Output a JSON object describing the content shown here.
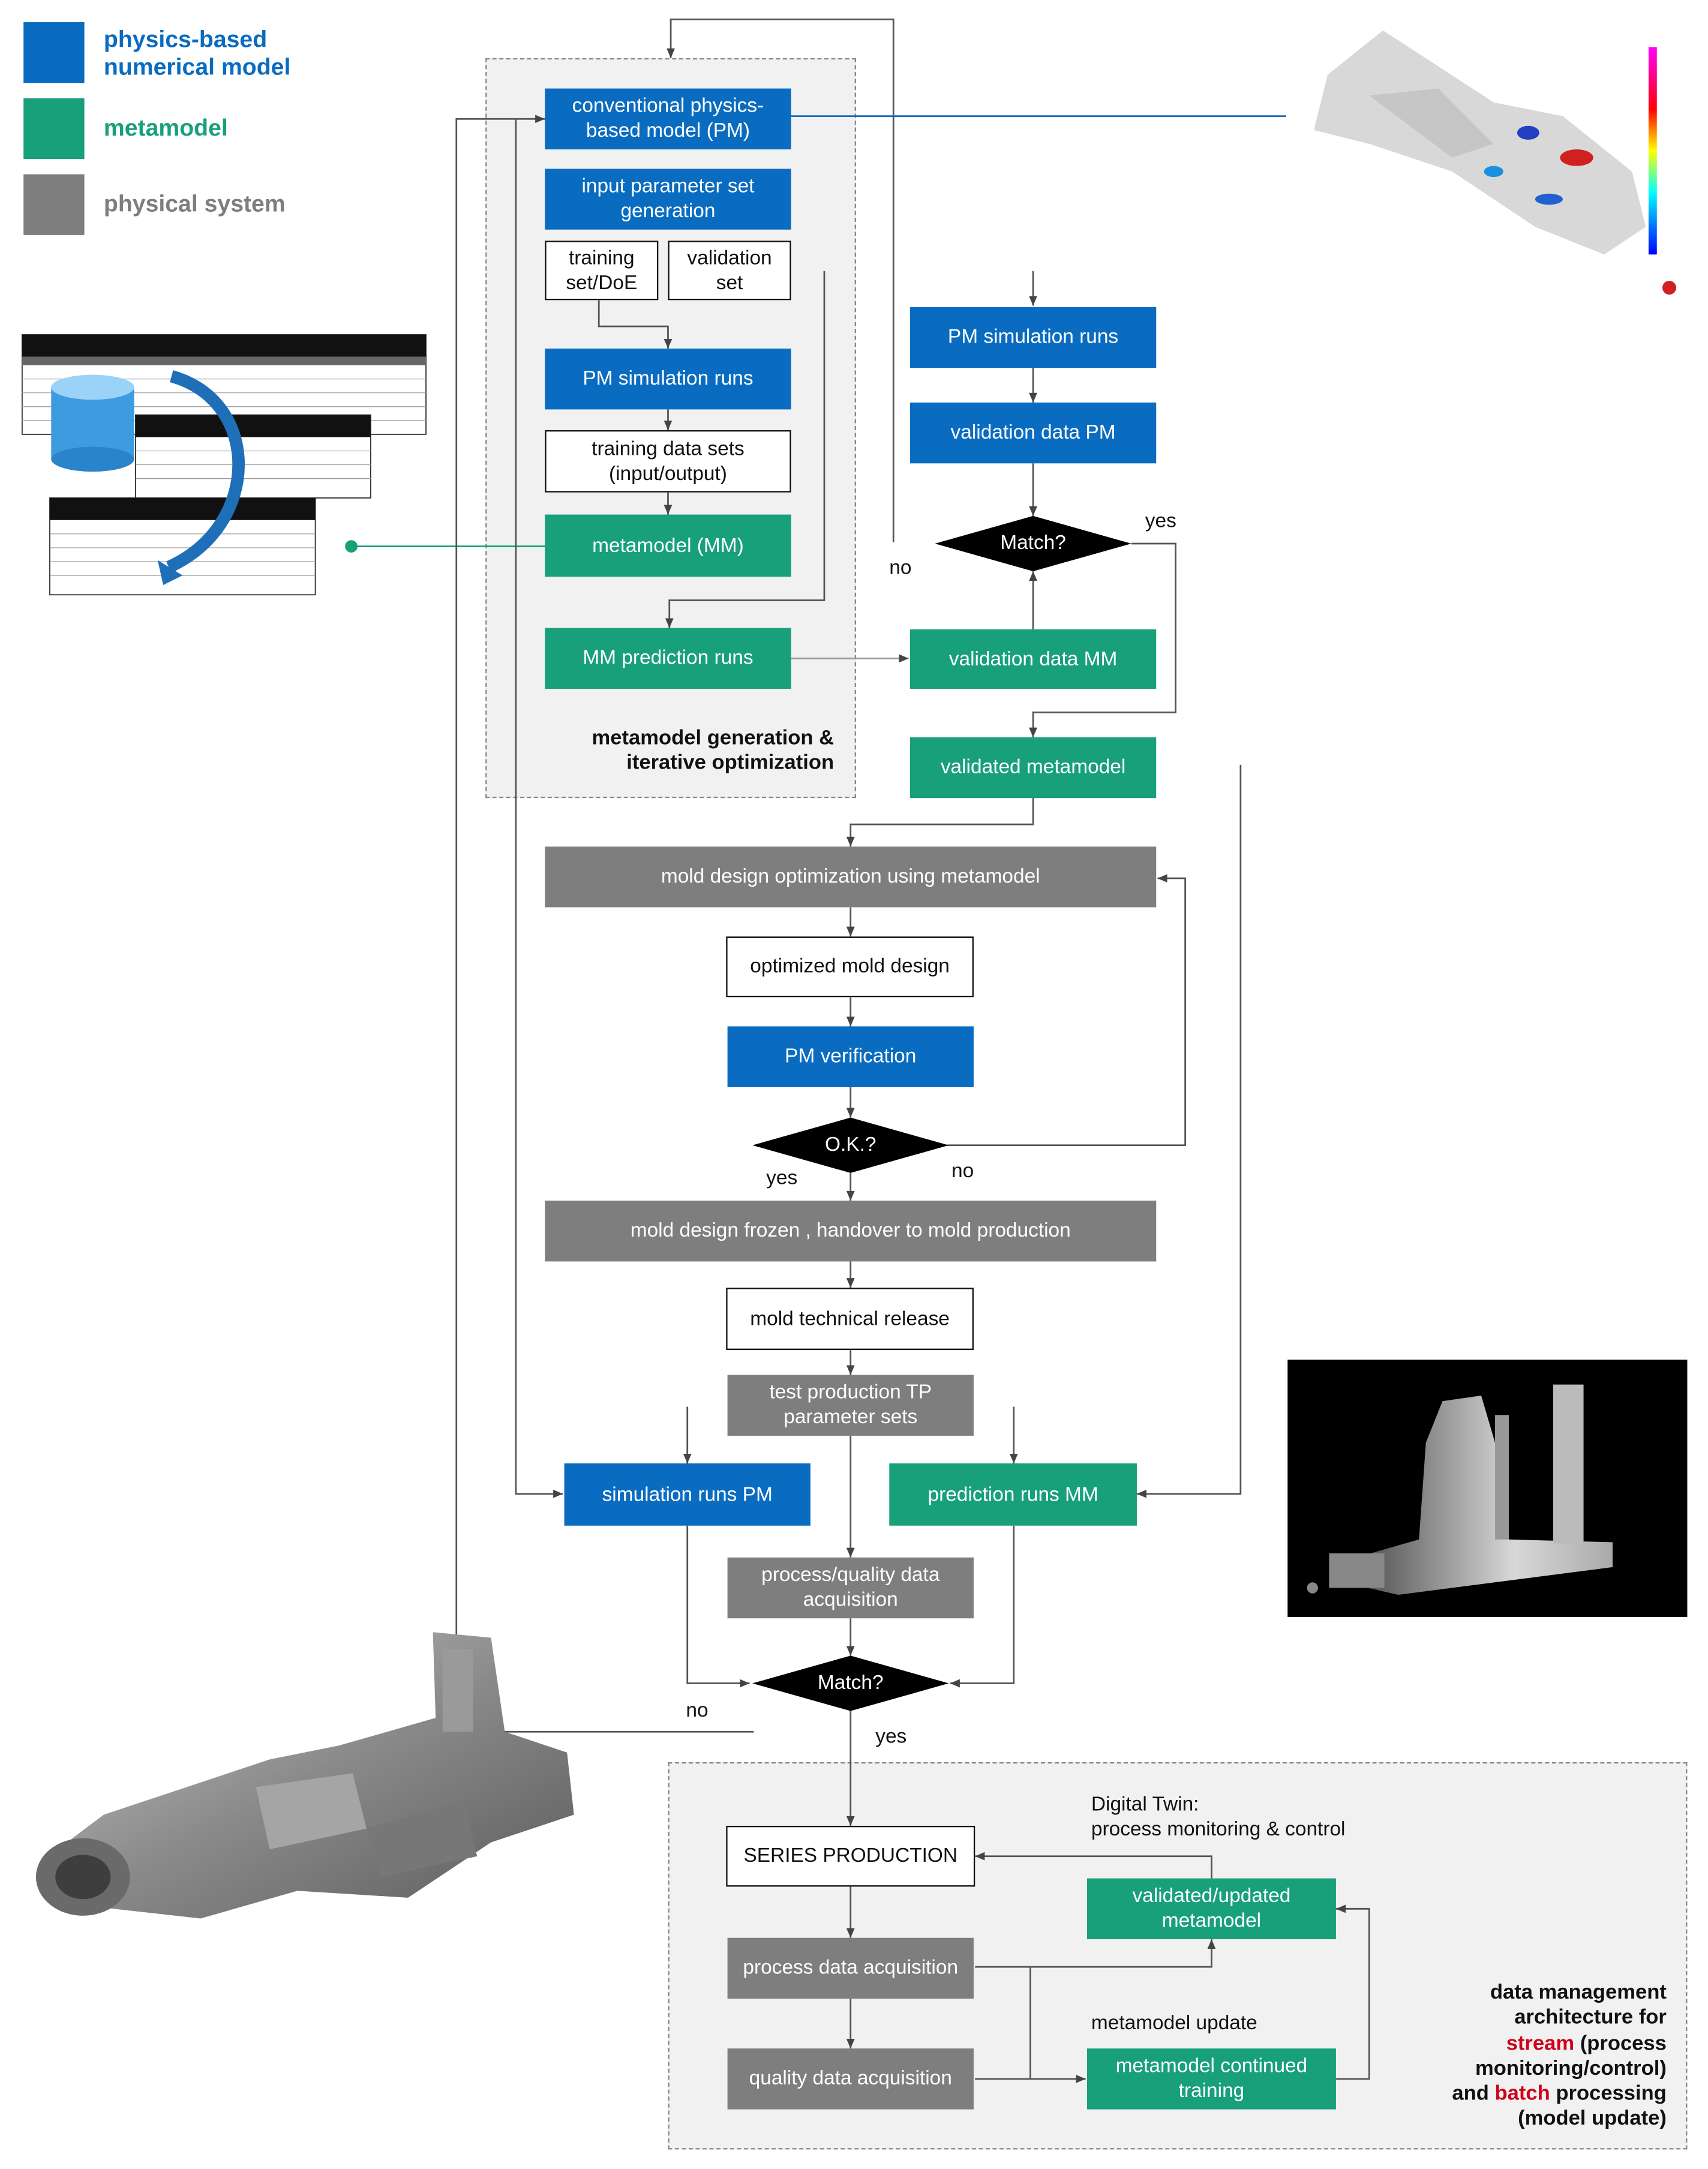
{
  "colors": {
    "physics_model": "#0a6cc0",
    "metamodel": "#17a07a",
    "physical_system": "#7e7e7e",
    "decision": "#000000",
    "highlight_red": "#d0021b"
  },
  "legend": {
    "physics_model": "physics-based numerical model",
    "metamodel": "metamodel",
    "physical_system": "physical system"
  },
  "regions": {
    "generation_caption": "metamodel generation & iterative optimization",
    "data_mgmt_caption": {
      "line1": "data management",
      "line2": "architecture for",
      "line3_red": "stream",
      "line3_rest": "(process",
      "line4": "monitoring/control)",
      "line5_pre": "and",
      "line5_red": "batch",
      "line5_rest": "processing",
      "line6": "(model update)"
    }
  },
  "nodes": {
    "conventional_pm": "conventional physics-based model (PM)",
    "input_param": "input parameter set generation",
    "training_set": "training set/DoE",
    "validation_set": "validation set",
    "pm_sim_runs_left": "PM simulation runs",
    "training_data": "training data sets (input/output)",
    "metamodel_mm": "metamodel (MM)",
    "mm_prediction": "MM prediction runs",
    "pm_sim_runs_right": "PM simulation runs",
    "validation_data_pm": "validation data PM",
    "match_top": "Match?",
    "validation_data_mm": "validation data MM",
    "validated_metamodel": "validated metamodel",
    "mold_opt": "mold design optimization using metamodel",
    "optimized_mold": "optimized mold design",
    "pm_verification": "PM verification",
    "ok": "O.K.?",
    "mold_frozen": "mold design frozen , handover to mold production",
    "mold_release": "mold technical release",
    "test_production": "test production TP parameter sets",
    "sim_runs_pm": "simulation runs PM",
    "prediction_runs_mm": "prediction runs MM",
    "process_quality": "process/quality data acquisition",
    "match_bottom": "Match?",
    "series_production": "SERIES PRODUCTION",
    "validated_updated": "validated/updated metamodel",
    "process_data": "process data acquisition",
    "quality_data": "quality data acquisition",
    "mm_continued": "metamodel continued training"
  },
  "edge_labels": {
    "top_yes": "yes",
    "top_no": "no",
    "ok_yes": "yes",
    "ok_no": "no",
    "bottom_no": "no",
    "bottom_yes": "yes"
  },
  "annotations": {
    "digital_twin_1": "Digital Twin:",
    "digital_twin_2": "process monitoring & control",
    "metamodel_update": "metamodel update"
  }
}
